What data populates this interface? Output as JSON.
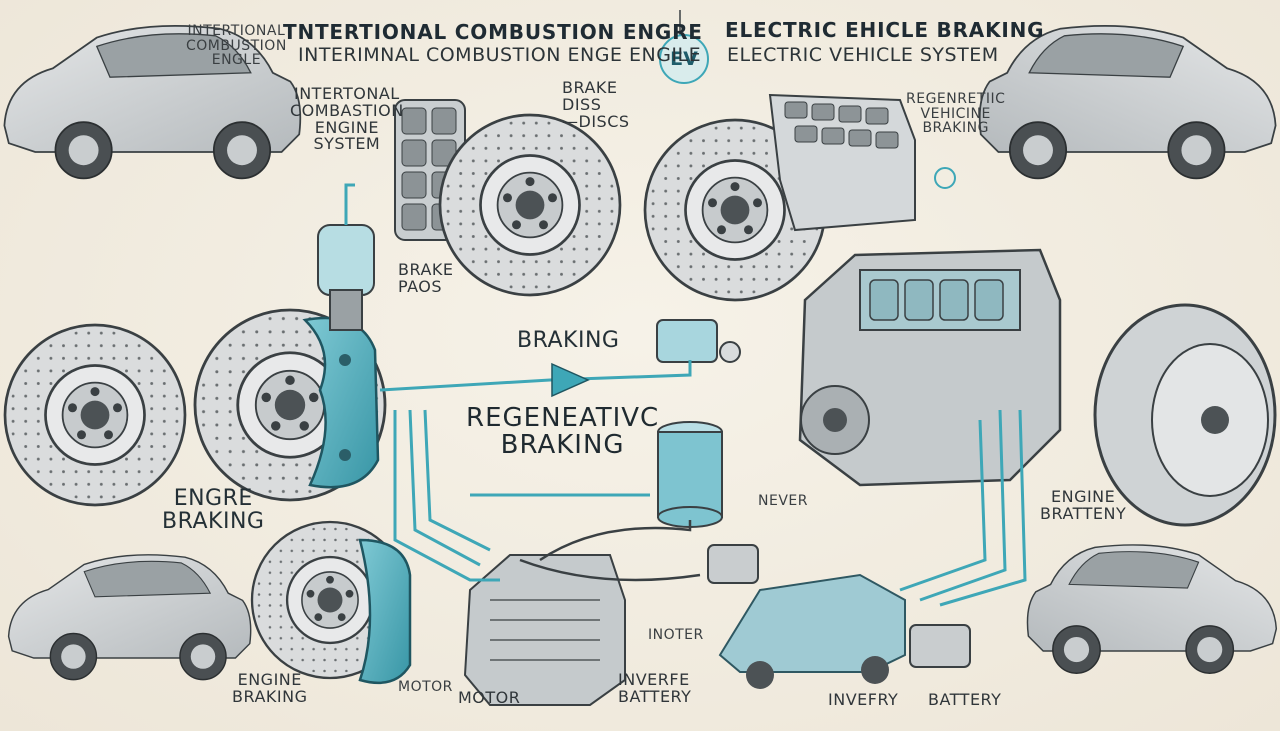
{
  "header": {
    "left_title": "TNTERTIONAL COMBUSTION ENGRE",
    "left_subtitle": "INTERIMNAL COMBUSTION ENGE ENGILE",
    "right_title": "ELECTRIC EHICLE BRAKING",
    "right_subtitle": "ELECTRIC VEHICLE     SYSTEM",
    "ev_badge": "EV"
  },
  "labels": {
    "top_left_corner": "INTERTIONAL\nCOMBUSTION\nENGLE",
    "engine_system": "INTERTONAL\nCOMBASTION\nENGINE\nSYSTEM",
    "brake_discs": "BRAKE\nDISS\n—DISCS",
    "brake_pads": "BRAKE\nPAOS",
    "braking": "BRAKING",
    "regenerative": "REGENEATIVC\nBRAKING",
    "regen_vehicle": "REGENRETIIC\nVEHICINE\nBRAKING",
    "engine_braking_left": "ENGRE\nBRAKING",
    "never": "NEVER",
    "engine_battery": "ENGINE\nBRATTENY",
    "inoter": "INOTER",
    "engine_braking_bottom": "ENGINE\nBRAKING",
    "motor_left": "MOTOR",
    "motor_center": "MOTOR",
    "inverfe_battery": "INVERFE\nBATTERY",
    "invefry": "INVEFRY",
    "battery": "BATTERY"
  },
  "colors": {
    "accent_teal": "#3ea7b7",
    "line_dark": "#3a4043",
    "metal": "#c8ccce",
    "background": "#f1ece1"
  },
  "icons": [
    "car-icon",
    "brake-disc-icon",
    "caliper-icon",
    "engine-icon",
    "battery-pack-icon",
    "motor-icon",
    "inverter-icon",
    "tire-icon",
    "brake-pad-icon",
    "arrow-icon"
  ]
}
